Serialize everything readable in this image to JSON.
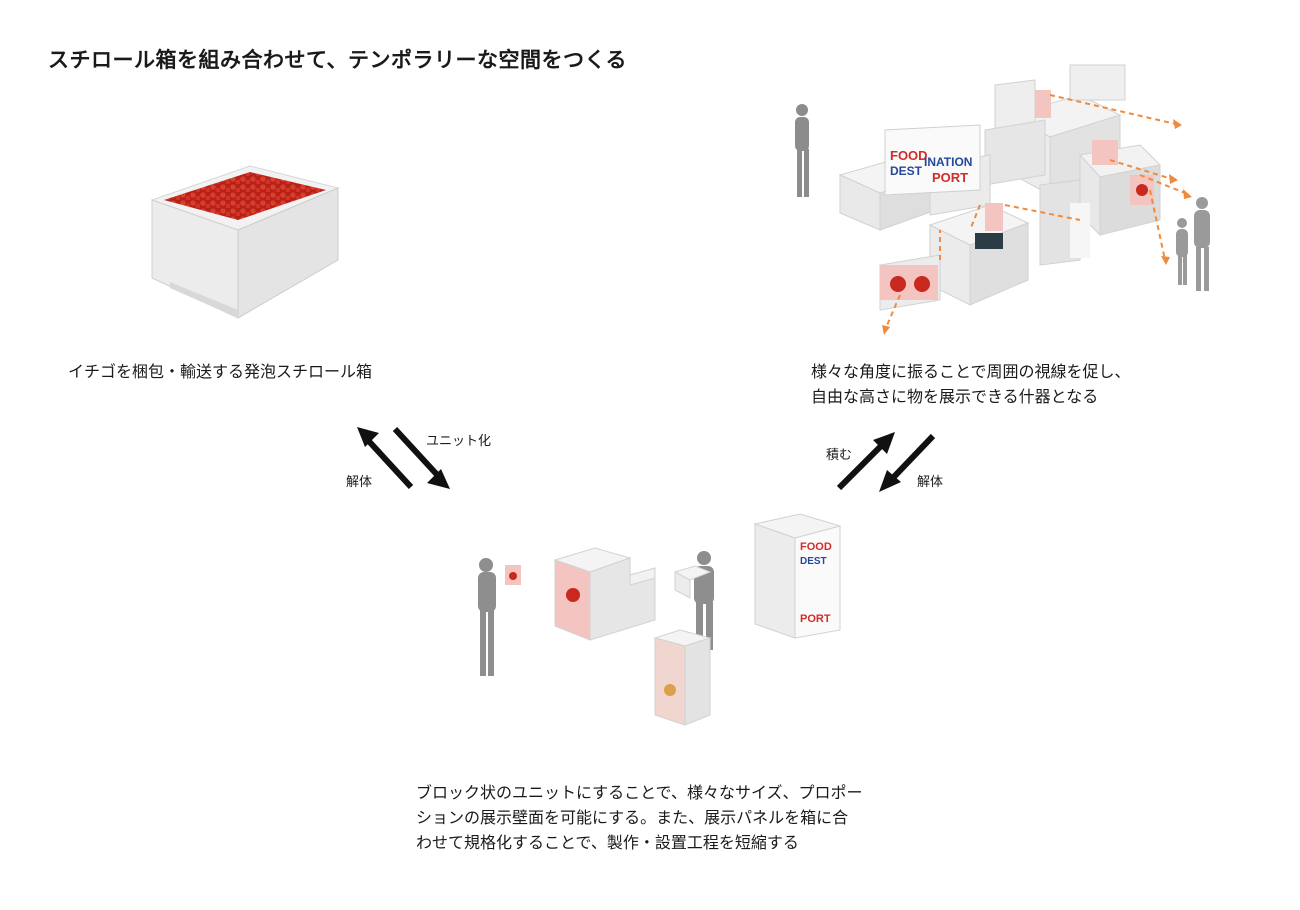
{
  "title": "スチロール箱を組み合わせて、テンポラリーな空間をつくる",
  "captions": {
    "styrofoam_box": "イチゴを梱包・輸送する発泡スチロール箱",
    "stacked": [
      "様々な角度に振ることで周囲の視線を促し、",
      "自由な高さに物を展示できる什器となる"
    ],
    "units": [
      "ブロック状のユニットにすることで、様々なサイズ、プロポー",
      "ションの展示壁面を可能にする。また、展示パネルを箱に合",
      "わせて規格化することで、製作・設置工程を短縮する"
    ]
  },
  "arrow_labels": {
    "unitize": "ユニット化",
    "disassemble_left": "解体",
    "stack": "積む",
    "disassemble_right": "解体"
  },
  "signage": {
    "food": "FOOD",
    "destination_a": "DEST",
    "destination_b": "INATION",
    "port": "PORT"
  },
  "colors": {
    "strawberry_red": "#c8281e",
    "sign_red": "#d42a2a",
    "sign_blue": "#24489a",
    "view_arrow": "#f08a3c",
    "panel_pink": "#f3c4c0"
  }
}
